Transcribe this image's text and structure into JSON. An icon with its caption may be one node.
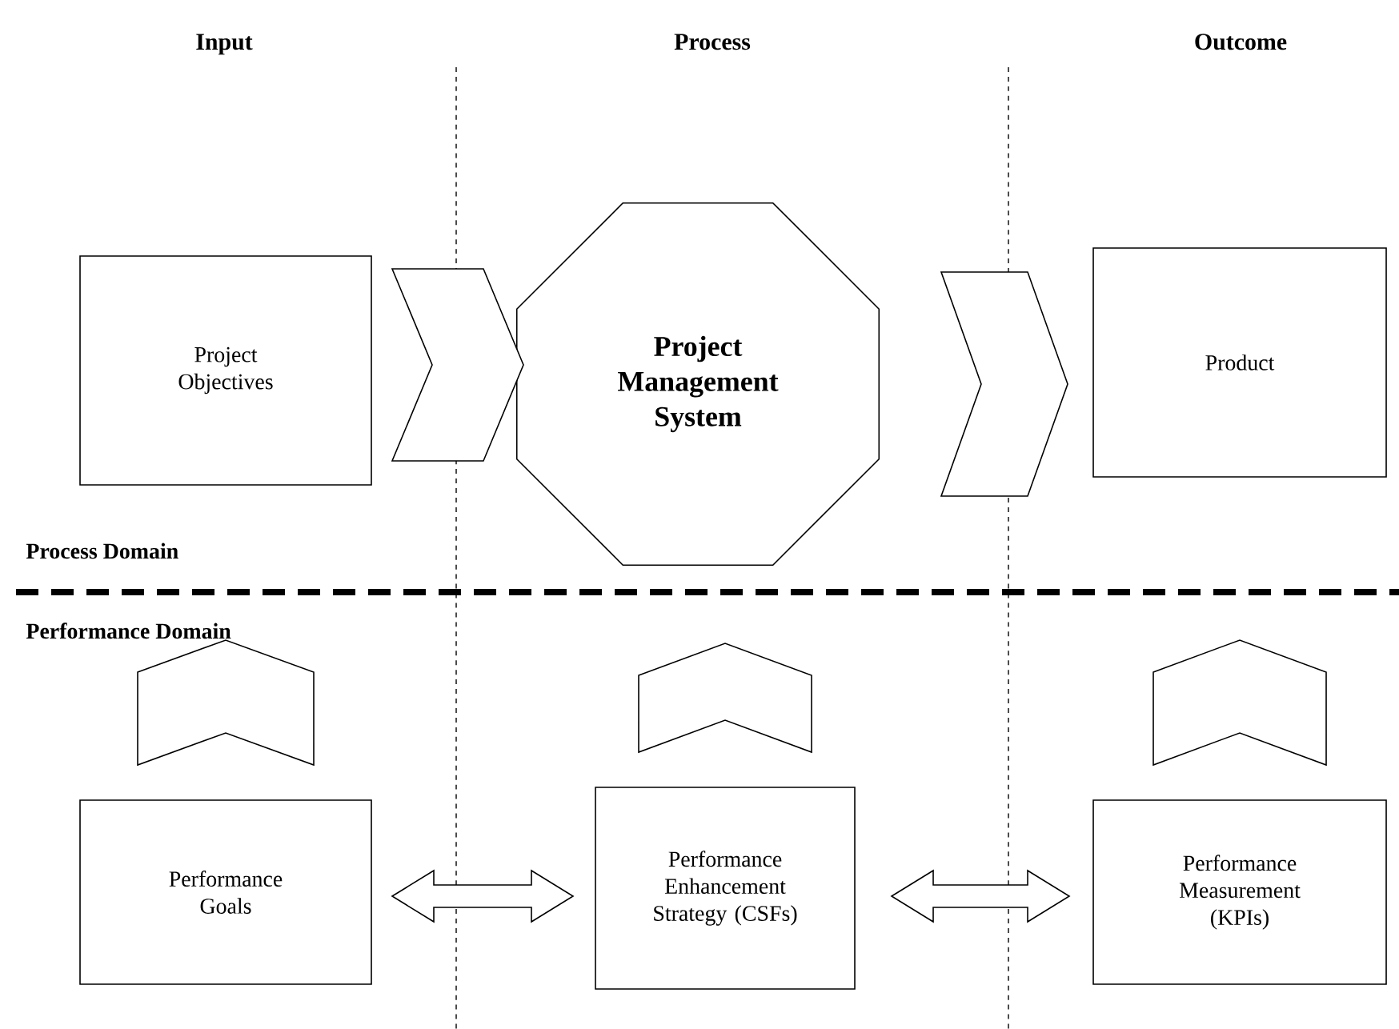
{
  "diagram": {
    "nodes": [
      {
        "text": [
          "Project Objectives"
        ]
      },
      {
        "text": [
          "Project Management System"
        ]
      },
      {
        "text": [
          "Product"
        ]
      },
      {
        "text": [
          "Performance Goals"
        ]
      },
      {
        "text": [
          "Performance Enhancement Strategy (CSFs)"
        ]
      },
      {
        "text": [
          "Performance Measurement (KPIs)"
        ]
      }
    ],
    "edges": [
      {
        "from": 0,
        "to": 1,
        "arrow": "to"
      },
      {
        "from": 1,
        "to": 2,
        "arrow": "to"
      },
      {
        "from": 3,
        "to": 4,
        "arrow": "both"
      },
      {
        "from": 4,
        "to": 5,
        "arrow": "both"
      },
      {
        "from": 3,
        "to": null,
        "arrow": "to"
      },
      {
        "from": 4,
        "to": null,
        "arrow": "to"
      },
      {
        "from": 5,
        "to": null,
        "arrow": "to"
      }
    ],
    "labels": [
      "Input",
      "Process",
      "Outcome",
      "Process Domain",
      "Performance Domain"
    ]
  }
}
